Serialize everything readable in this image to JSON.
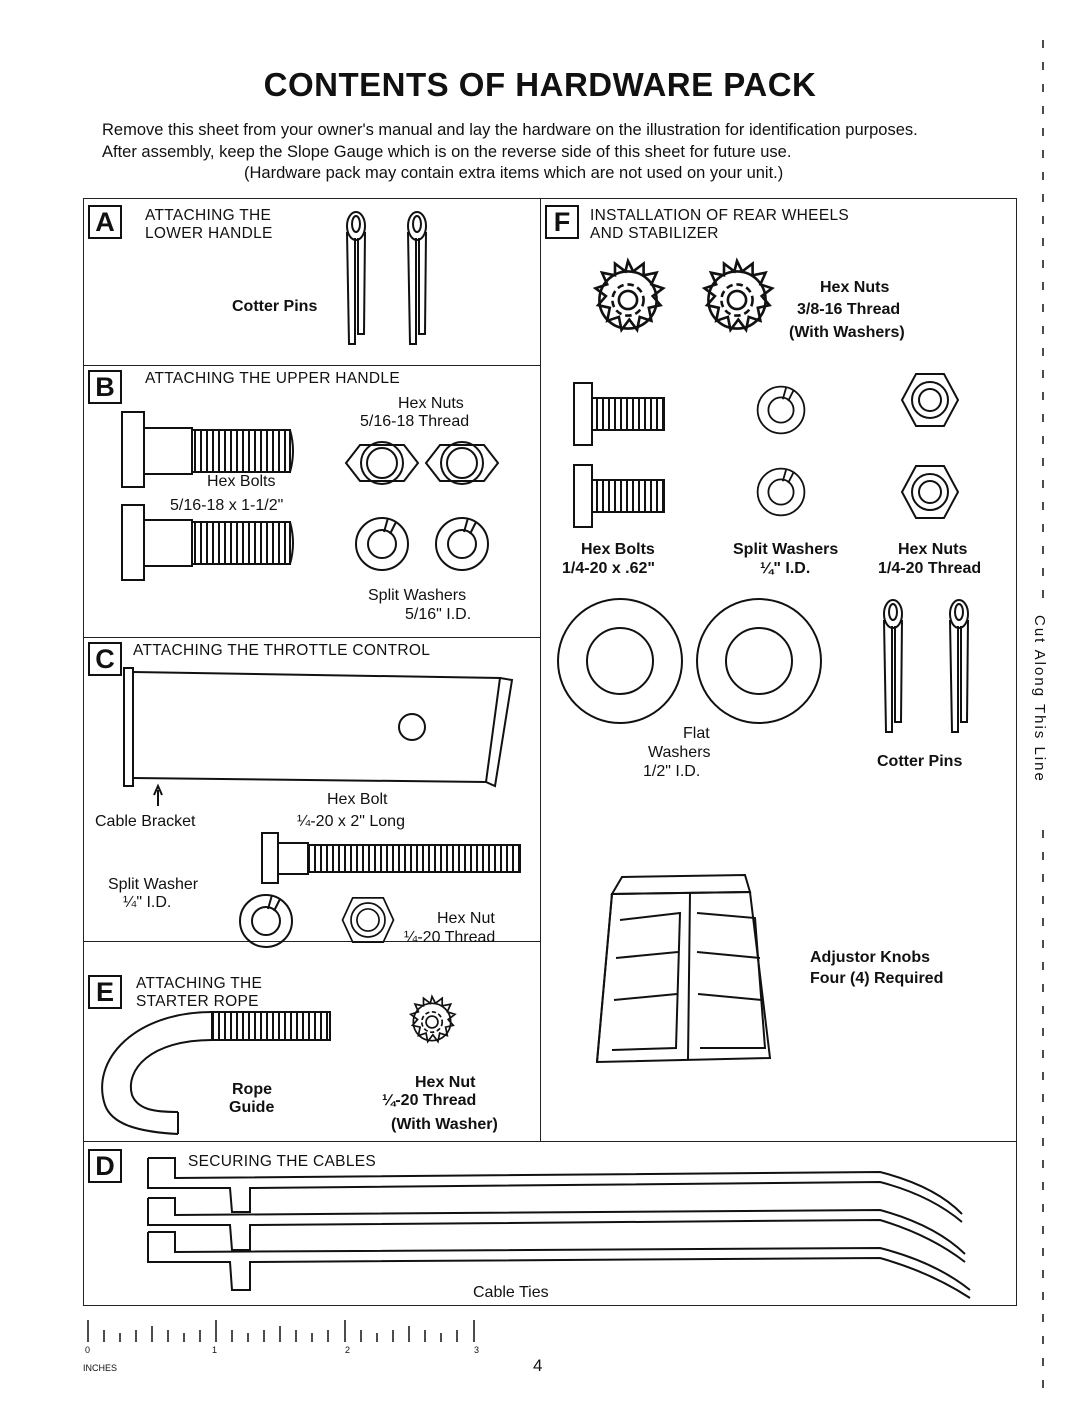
{
  "title": "CONTENTS OF HARDWARE PACK",
  "intro": {
    "line1": "Remove this sheet from your owner's manual and lay the hardware on the illustration for identification purposes.",
    "line2": "After assembly, keep the Slope Gauge which is on the reverse side of this sheet for future use.",
    "line3": "(Hardware pack may contain extra items which are not used on your unit.)"
  },
  "sections": {
    "A": {
      "letter": "A",
      "heading1": "ATTACHING THE",
      "heading2": "LOWER HANDLE",
      "cotter_pins": "Cotter Pins"
    },
    "B": {
      "letter": "B",
      "heading": "ATTACHING THE UPPER HANDLE",
      "hex_nuts": "Hex Nuts",
      "hex_nuts_thread": "5/16-18 Thread",
      "hex_bolts": "Hex Bolts",
      "hex_bolts_size": "5/16-18 x 1-1/2\"",
      "split_washers": "Split Washers",
      "split_washers_id": "5/16\" I.D."
    },
    "C": {
      "letter": "C",
      "heading": "ATTACHING THE THROTTLE CONTROL",
      "cable_bracket": "Cable Bracket",
      "hex_bolt": "Hex Bolt",
      "hex_bolt_size": "¼-20 x 2\"  Long",
      "split_washer": "Split Washer",
      "split_washer_id": "¼\" I.D.",
      "hex_nut": "Hex Nut",
      "hex_nut_thread": "¼-20 Thread"
    },
    "E": {
      "letter": "E",
      "heading1": "ATTACHING THE",
      "heading2": "STARTER ROPE",
      "rope": "Rope",
      "guide": "Guide",
      "hex_nut": "Hex Nut",
      "hex_nut_thread": "¼-20 Thread",
      "with_washer": "(With Washer)"
    },
    "F": {
      "letter": "F",
      "heading1": "INSTALLATION OF REAR WHEELS",
      "heading2": "AND STABILIZER",
      "hex_nuts_top": "Hex Nuts",
      "hex_nuts_top_thread": "3/8-16 Thread",
      "with_washers": "(With Washers)",
      "hex_bolts": "Hex Bolts",
      "hex_bolts_size": "1/4-20 x .62\"",
      "split_washers": "Split Washers",
      "split_washers_id": "¼\" I.D.",
      "hex_nuts": "Hex Nuts",
      "hex_nuts_thread": "1/4-20 Thread",
      "flat": "Flat",
      "washers": "Washers",
      "flat_id": "1/2\" I.D.",
      "cotter_pins": "Cotter Pins",
      "adjustor_knobs": "Adjustor Knobs",
      "four_required": "Four (4) Required"
    },
    "D": {
      "letter": "D",
      "heading": "SECURING THE CABLES",
      "cable_ties": "Cable Ties"
    }
  },
  "ruler": {
    "marks": [
      "0",
      "1",
      "2",
      "3"
    ],
    "unit": "INCHES"
  },
  "page_number": "4",
  "cut_line": "Cut Along This Line"
}
